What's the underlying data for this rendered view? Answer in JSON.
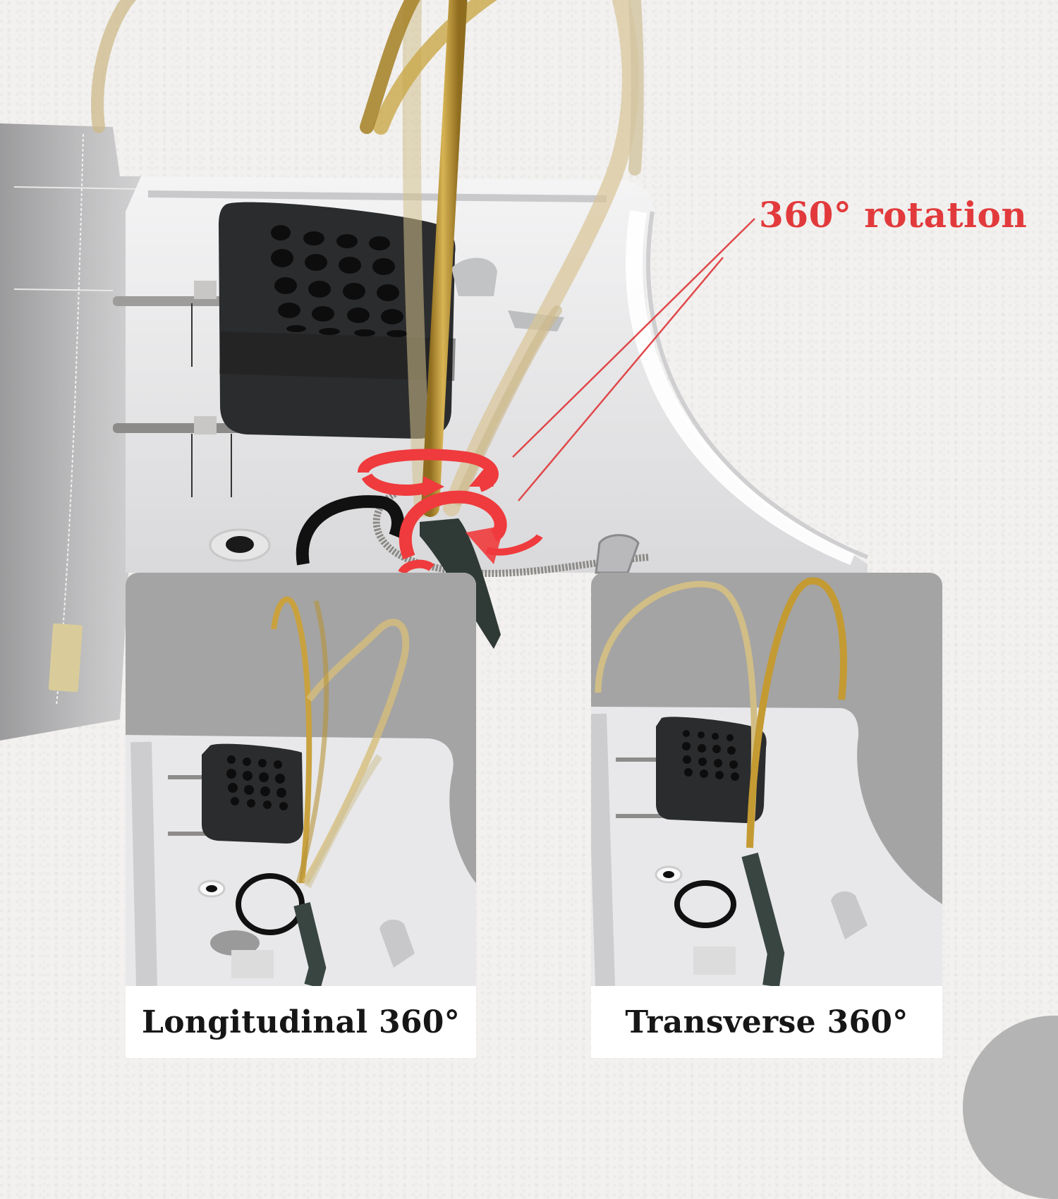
{
  "callout": {
    "text": "360° rotation",
    "color": "#e23a3c"
  },
  "panels": [
    {
      "caption": "Longitudinal 360°",
      "photo_bg": "#a4a4a4"
    },
    {
      "caption": "Transverse 360°",
      "photo_bg": "#a4a4a4"
    }
  ],
  "palette": {
    "wall": "#f2f1ef",
    "basin_white": "#e9e9ea",
    "cushion_black": "#2b2c2d",
    "hose_gold": "#c9a23f",
    "hose_gold_dark": "#9c7a25",
    "arrow_red": "#ef3b3d",
    "steel": "#9a9a9c",
    "panel_grey": "#a4a4a4"
  },
  "icons": {
    "rotation_arrows": "circular-arrows-red"
  }
}
